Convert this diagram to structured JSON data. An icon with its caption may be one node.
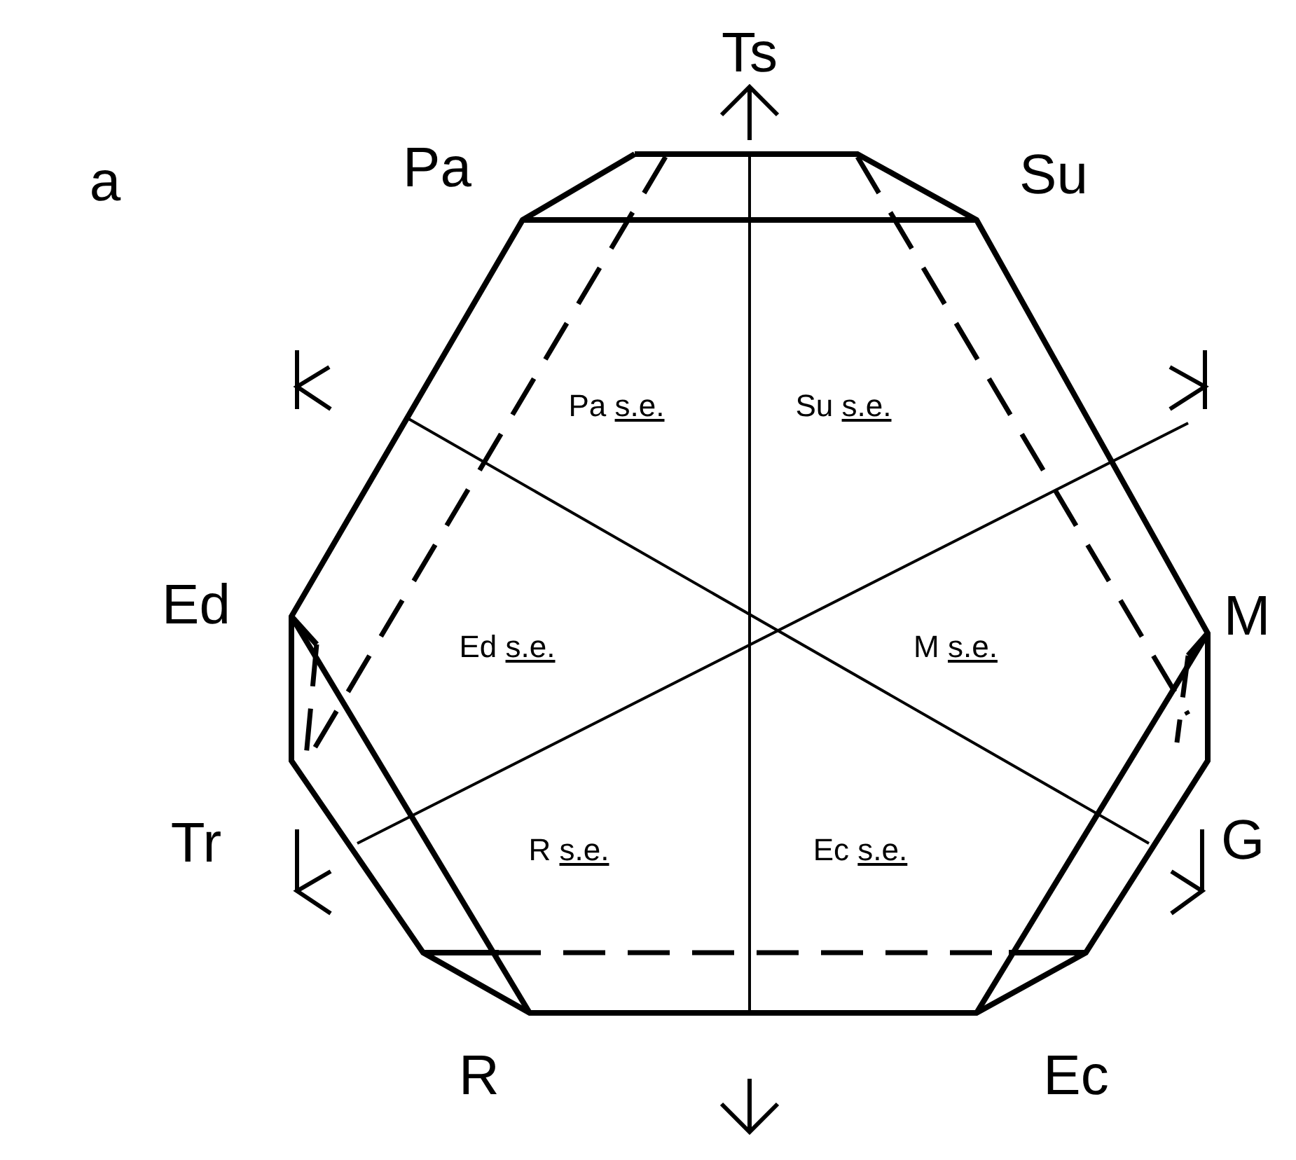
{
  "diagram": {
    "labels": [
      "a",
      "Ts",
      "Pa",
      "Su",
      "Pa s.e.",
      "Su s.e.",
      "Ed",
      "M",
      "Ed s.e.",
      "M s.e.",
      "R s.e.",
      "Ec s.e.",
      "Tr",
      "G",
      "R",
      "Ec"
    ]
  }
}
